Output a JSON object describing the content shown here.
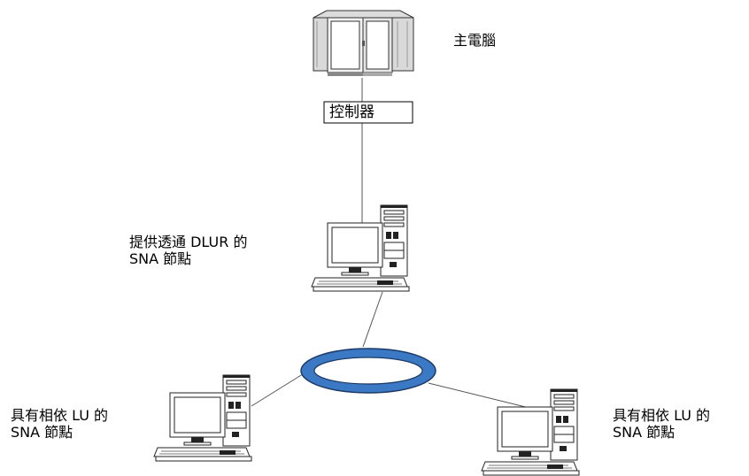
{
  "mainframe": {
    "label": "主電腦"
  },
  "controller": {
    "label": "控制器"
  },
  "dlur_node": {
    "line1": "提供透通 DLUR 的",
    "line2": "SNA 節點"
  },
  "left_node": {
    "line1": "具有相依 LU 的",
    "line2": "SNA 節點"
  },
  "right_node": {
    "line1": "具有相依 LU 的",
    "line2": "SNA 節點"
  },
  "colors": {
    "ring_fill": "#3b79c4",
    "ring_stroke": "#1c3a66",
    "line": "#555555",
    "device_fill": "#ffffff",
    "device_stroke": "#222222"
  }
}
